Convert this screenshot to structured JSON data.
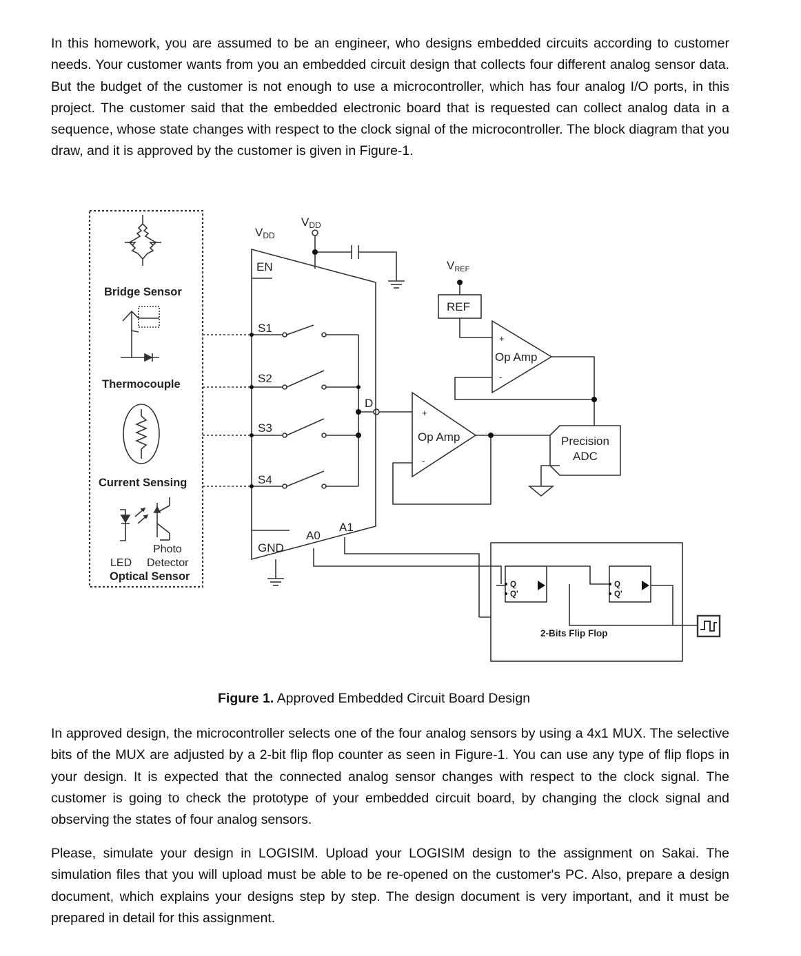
{
  "intro": "In this homework, you are assumed to be an engineer, who designs embedded circuits according to customer needs. Your customer wants from you an embedded circuit design that collects four different analog sensor data. But the budget of the customer is not enough to use a microcontroller, which has four analog I/O ports, in this project. The customer said that the embedded electronic board that is requested can collect analog data in a sequence, whose state changes with respect to the clock signal of the microcontroller. The block diagram that you draw, and it is approved by the customer is given in Figure-1.",
  "figure": {
    "sensors": {
      "bridge": "Bridge Sensor",
      "thermocouple": "Thermocouple",
      "current": "Current Sensing",
      "led": "LED",
      "photo": "Photo",
      "detector": "Detector",
      "optical": "Optical Sensor"
    },
    "mux": {
      "vdd_left": "V",
      "vdd_left_sub": "DD",
      "vdd_top": "V",
      "vdd_top_sub": "DD",
      "en": "EN",
      "s1": "S1",
      "s2": "S2",
      "s3": "S3",
      "s4": "S4",
      "gnd": "GND",
      "a0": "A0",
      "a1": "A1",
      "d": "D"
    },
    "vref": "V",
    "vref_sub": "REF",
    "ref": "REF",
    "opamp1": "Op Amp",
    "opamp2": "Op Amp",
    "plus": "+",
    "minus": "-",
    "adc_line1": "Precision",
    "adc_line2": "ADC",
    "ff": {
      "q": "Q",
      "qbar": "Q'",
      "label": "2-Bits Flip Flop"
    }
  },
  "caption": {
    "bold": "Figure 1.",
    "text": " Approved Embedded Circuit Board Design"
  },
  "para2": "In approved design, the microcontroller selects one of the four analog sensors by using a 4x1 MUX. The selective bits of the MUX are adjusted by a 2-bit flip flop counter as seen in Figure-1. You can use any type of flip flops in your design. It is expected that the connected analog sensor changes with respect to the clock signal. The customer is going to check the prototype of your embedded circuit board, by changing the clock signal and observing the states of four analog sensors.",
  "para3": "Please, simulate your design in LOGISIM. Upload your LOGISIM design to the assignment on Sakai. The simulation files that you will upload must be able to be re-opened on the customer's PC. Also, prepare a design document, which explains your designs step by step. The design document is very important, and it must be prepared in detail for this assignment."
}
